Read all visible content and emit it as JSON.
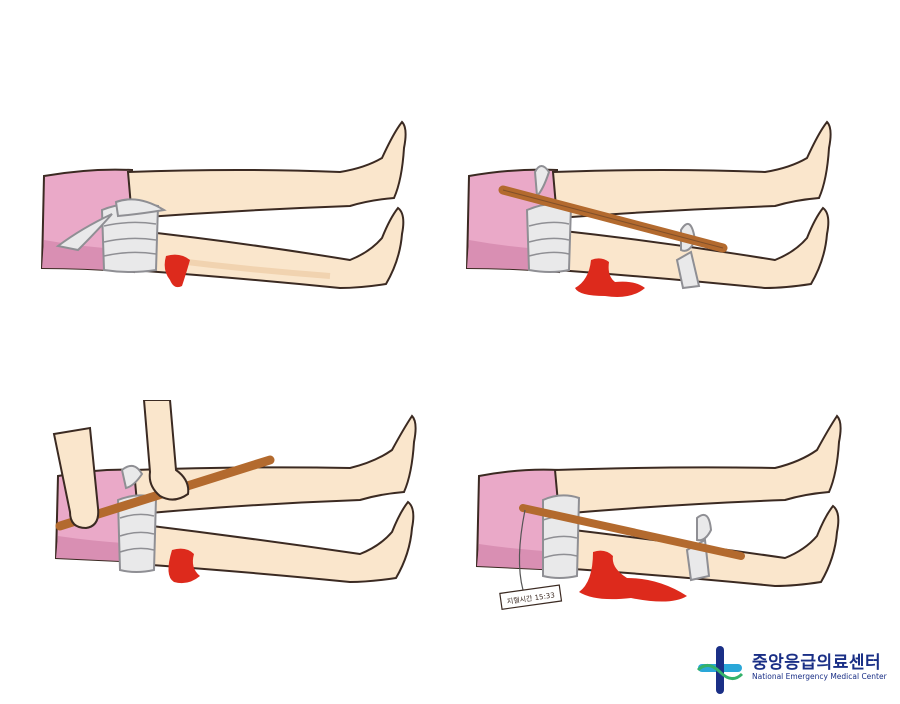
{
  "tag_text": "지혈시간 15:33",
  "logo": {
    "korean": "중앙응급의료센터",
    "english": "National Emergency Medical Center"
  },
  "colors": {
    "skin": "#fae6cc",
    "skin_shadow": "#f1d3b0",
    "shorts": "#eaa9c8",
    "shorts_shadow": "#d98fb3",
    "bandage": "#e9e9ea",
    "bandage_line": "#8f8f94",
    "blood": "#dd2a1c",
    "stick": "#b36a2e",
    "outline": "#3b2a22",
    "logo_blue": "#1a2f86",
    "logo_green": "#34b26a",
    "logo_cyan": "#2aa7d8"
  }
}
